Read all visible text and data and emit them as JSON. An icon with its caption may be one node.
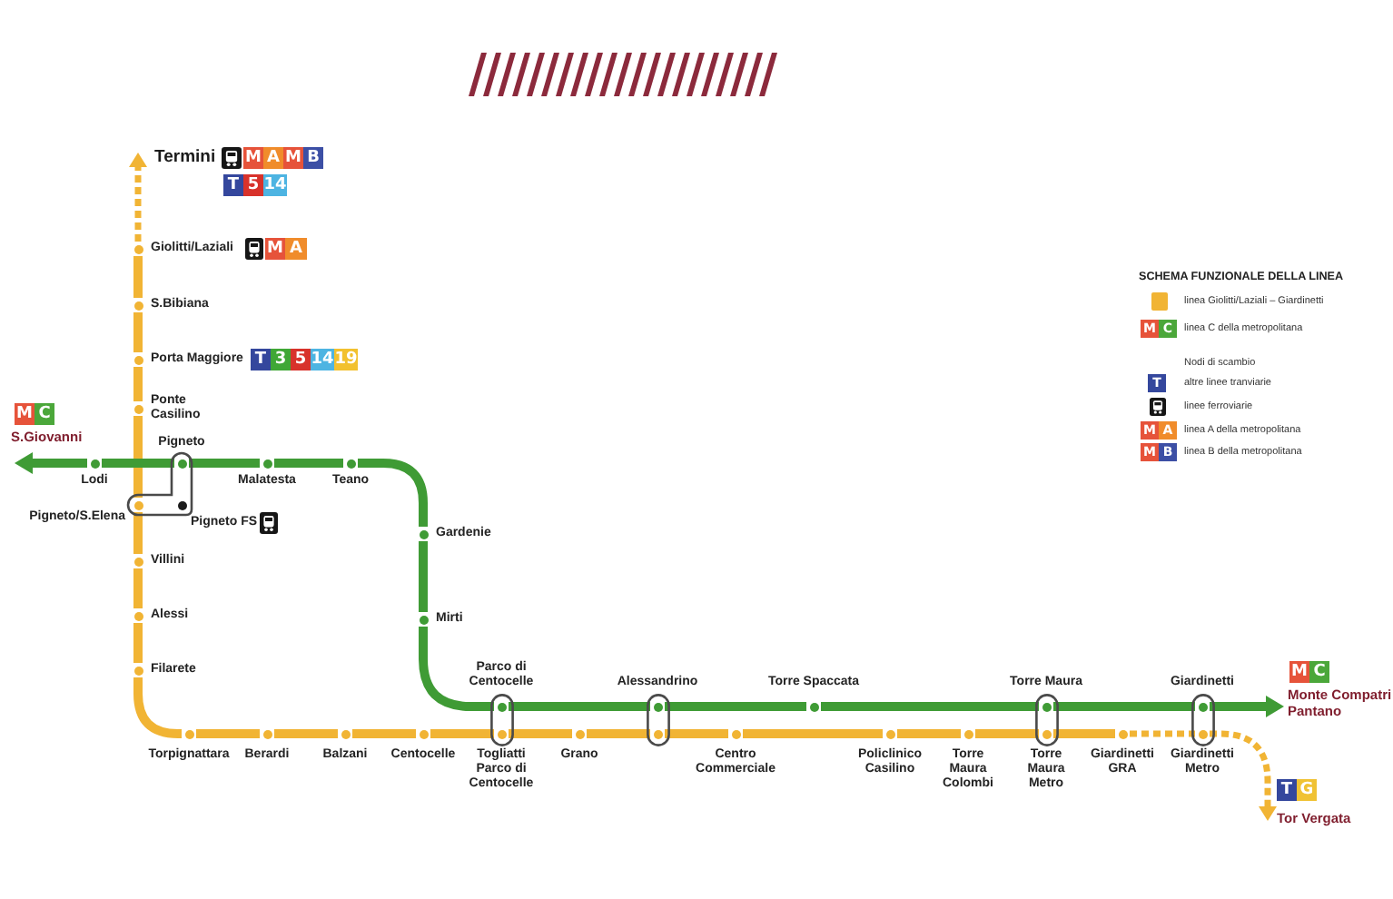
{
  "diagram": {
    "nodes": [
      {
        "text": [
          "Termini"
        ],
        "beside": [
          "M",
          "A",
          "M",
          "B",
          "T",
          "5",
          "14"
        ]
      },
      {
        "text": [],
        "shape": "circle",
        "beside": [
          "Giolitti/Laziali",
          "M",
          "A"
        ]
      },
      {
        "text": [],
        "shape": "circle",
        "beside": [
          "S.Bibiana"
        ]
      },
      {
        "text": [],
        "shape": "circle",
        "beside": [
          "Porta Maggiore",
          "T",
          "3",
          "5",
          "14",
          "19"
        ]
      },
      {
        "text": [],
        "shape": "circle",
        "beside": [
          "Ponte Casilino"
        ]
      },
      {
        "text": [],
        "shape": "box"
      },
      {
        "text": [],
        "shape": "circle",
        "in": 5,
        "beside": [
          "Pigneto"
        ]
      },
      {
        "text": [],
        "shape": "circle",
        "in": 5,
        "beside": [
          "Pigneto FS"
        ]
      },
      {
        "text": [],
        "shape": "circle",
        "in": 5,
        "beside": [
          "Pigneto/S.Elena"
        ]
      },
      {
        "text": [],
        "shape": "circle",
        "beside": [
          "Villini"
        ]
      },
      {
        "text": [],
        "shape": "circle",
        "beside": [
          "Alessi"
        ]
      },
      {
        "text": [],
        "shape": "circle",
        "beside": [
          "Filarete"
        ]
      },
      {
        "text": [],
        "shape": "circle",
        "beside": [
          "Torpignattara"
        ]
      },
      {
        "text": [],
        "shape": "circle",
        "beside": [
          "Berardi"
        ]
      },
      {
        "text": [],
        "shape": "circle",
        "beside": [
          "Balzani"
        ]
      },
      {
        "text": [],
        "shape": "circle",
        "beside": [
          "Centocelle"
        ]
      },
      {
        "text": [],
        "shape": "box"
      },
      {
        "text": [],
        "shape": "circle",
        "in": 16,
        "beside": [
          "Parco di Centocelle"
        ]
      },
      {
        "text": [],
        "shape": "circle",
        "in": 16,
        "beside": [
          "Togliatti Parco di Centocelle"
        ]
      },
      {
        "text": [],
        "shape": "circle",
        "beside": [
          "Grano"
        ]
      },
      {
        "text": [],
        "shape": "box"
      },
      {
        "text": [],
        "shape": "circle",
        "in": 20,
        "beside": [
          "Alessandrino"
        ]
      },
      {
        "text": [],
        "shape": "circle",
        "in": 20
      },
      {
        "text": [],
        "shape": "circle",
        "beside": [
          "Centro Commerciale"
        ]
      },
      {
        "text": [],
        "shape": "circle",
        "beside": [
          "Torre Spaccata"
        ]
      },
      {
        "text": [],
        "shape": "circle",
        "beside": [
          "Policlinico Casilino"
        ]
      },
      {
        "text": [],
        "shape": "circle",
        "beside": [
          "Torre Maura Colombi"
        ]
      },
      {
        "text": [],
        "shape": "box"
      },
      {
        "text": [],
        "shape": "circle",
        "in": 27,
        "beside": [
          "Torre Maura"
        ]
      },
      {
        "text": [],
        "shape": "circle",
        "in": 27,
        "beside": [
          "Torre Maura Metro"
        ]
      },
      {
        "text": [],
        "shape": "circle",
        "beside": [
          "Giardinetti GRA"
        ]
      },
      {
        "text": [],
        "shape": "box"
      },
      {
        "text": [],
        "shape": "circle",
        "in": 31,
        "beside": [
          "Giardinetti"
        ]
      },
      {
        "text": [],
        "shape": "circle",
        "in": 31,
        "beside": [
          "Giardinetti Metro"
        ]
      },
      {
        "text": [
          "Tor Vergata"
        ],
        "beside": [
          "T",
          "G"
        ]
      },
      {
        "text": [
          "S.Giovanni"
        ],
        "beside": [
          "M",
          "C"
        ]
      },
      {
        "text": [],
        "shape": "circle",
        "beside": [
          "Lodi"
        ]
      },
      {
        "text": [],
        "shape": "circle",
        "beside": [
          "Malatesta"
        ]
      },
      {
        "text": [],
        "shape": "circle",
        "beside": [
          "Teano"
        ]
      },
      {
        "text": [],
        "shape": "circle",
        "beside": [
          "Gardenie"
        ]
      },
      {
        "text": [],
        "shape": "circle",
        "beside": [
          "Mirti"
        ]
      },
      {
        "text": [
          "Monte Compatri Pantano"
        ],
        "beside": [
          "M",
          "C"
        ]
      }
    ],
    "edges": [
      {
        "from": 1,
        "to": 0,
        "arrow": "to",
        "style": "dashed"
      },
      {
        "from": 1,
        "to": 2,
        "arrow": "none"
      },
      {
        "from": 2,
        "to": 3,
        "arrow": "none"
      },
      {
        "from": 3,
        "to": 4,
        "arrow": "none"
      },
      {
        "from": 4,
        "to": 8,
        "arrow": "none"
      },
      {
        "from": 8,
        "to": 9,
        "arrow": "none"
      },
      {
        "from": 9,
        "to": 10,
        "arrow": "none"
      },
      {
        "from": 10,
        "to": 11,
        "arrow": "none"
      },
      {
        "from": 11,
        "to": 12,
        "arrow": "none"
      },
      {
        "from": 12,
        "to": 13,
        "arrow": "none"
      },
      {
        "from": 13,
        "to": 14,
        "arrow": "none"
      },
      {
        "from": 14,
        "to": 15,
        "arrow": "none"
      },
      {
        "from": 15,
        "to": 18,
        "arrow": "none"
      },
      {
        "from": 18,
        "to": 19,
        "arrow": "none"
      },
      {
        "from": 19,
        "to": 22,
        "arrow": "none"
      },
      {
        "from": 22,
        "to": 23,
        "arrow": "none"
      },
      {
        "from": 23,
        "to": 25,
        "arrow": "none"
      },
      {
        "from": 25,
        "to": 26,
        "arrow": "none"
      },
      {
        "from": 26,
        "to": 29,
        "arrow": "none"
      },
      {
        "from": 29,
        "to": 30,
        "arrow": "none"
      },
      {
        "from": 30,
        "to": 33,
        "arrow": "none",
        "style": "dashed"
      },
      {
        "from": 33,
        "to": 34,
        "arrow": "to",
        "style": "dashed"
      },
      {
        "from": 36,
        "to": 35,
        "arrow": "to",
        "color": "#3f9b35"
      },
      {
        "from": 36,
        "to": 6,
        "arrow": "none",
        "color": "#3f9b35"
      },
      {
        "from": 6,
        "to": 37,
        "arrow": "none",
        "color": "#3f9b35"
      },
      {
        "from": 37,
        "to": 38,
        "arrow": "none",
        "color": "#3f9b35"
      },
      {
        "from": 38,
        "to": 39,
        "arrow": "none",
        "color": "#3f9b35"
      },
      {
        "from": 39,
        "to": 40,
        "arrow": "none",
        "color": "#3f9b35"
      },
      {
        "from": 40,
        "to": 17,
        "arrow": "none",
        "color": "#3f9b35"
      },
      {
        "from": 17,
        "to": 21,
        "arrow": "none",
        "color": "#3f9b35"
      },
      {
        "from": 21,
        "to": 24,
        "arrow": "none",
        "color": "#3f9b35"
      },
      {
        "from": 24,
        "to": 28,
        "arrow": "none",
        "color": "#3f9b35"
      },
      {
        "from": 28,
        "to": 32,
        "arrow": "none",
        "color": "#3f9b35"
      },
      {
        "from": 32,
        "to": 41,
        "arrow": "to",
        "color": "#3f9b35"
      }
    ],
    "labels": [
      "SCHEMA FUNZIONALE DELLA LINEA",
      "M",
      "C",
      "Nodi di scambio",
      "T",
      "M",
      "A",
      "M",
      "B"
    ],
    "legend": [
      {
        "text": "linea Giolitti/Laziali – Giardinetti",
        "color": "#f1b434"
      },
      {
        "text": "linea C della metropolitana"
      },
      {
        "text": "altre linee tranviarie"
      },
      {
        "text": "linee ferroviarie"
      },
      {
        "text": "linea A della metropolitana"
      },
      {
        "text": "linea B della metropolitana"
      }
    ]
  }
}
